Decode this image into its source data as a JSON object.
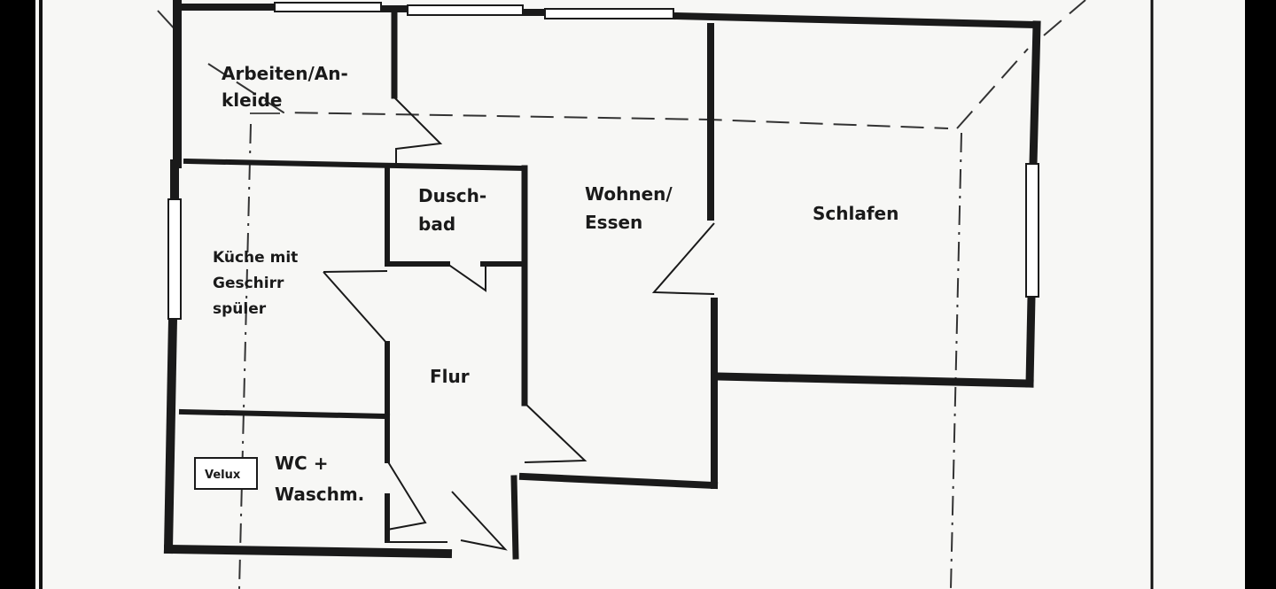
{
  "rooms": {
    "arbeiten": [
      "Arbeiten/An-",
      "kleide"
    ],
    "duschbad": [
      "Dusch-",
      "bad"
    ],
    "wohnen": [
      "Wohnen/",
      "Essen"
    ],
    "schlafen": [
      "Schlafen"
    ],
    "kueche": [
      "Küche mit",
      "Geschirr",
      "spüler"
    ],
    "flur": [
      "Flur"
    ],
    "wc": [
      "WC +",
      "Waschm."
    ]
  },
  "velux_label": "Velux",
  "colors": {
    "paper": "#f7f7f5",
    "ink": "#1a1a1a",
    "frame": "#000000"
  }
}
